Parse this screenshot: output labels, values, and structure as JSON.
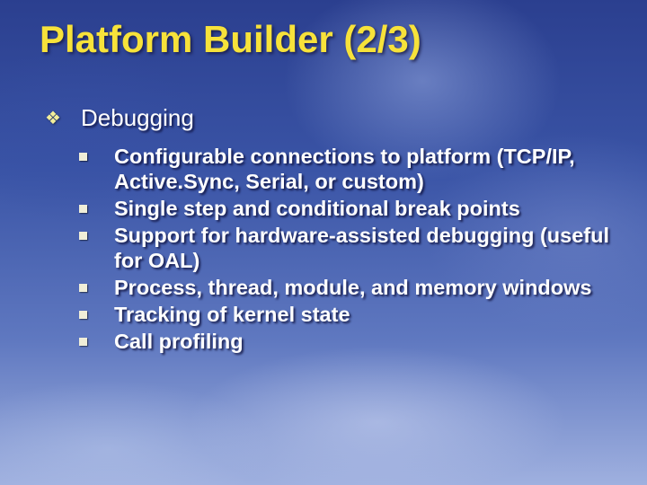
{
  "title": "Platform Builder (2/3)",
  "main_bullet": {
    "icon": "diamond-bullet-icon",
    "text": "Debugging"
  },
  "sub_bullets": [
    "Configurable connections to platform (TCP/IP, Active.Sync, Serial, or custom)",
    "Single step and conditional break points",
    "Support for hardware-assisted debugging (useful for OAL)",
    "Process, thread, module, and memory windows",
    "Tracking of kernel state",
    "Call profiling"
  ],
  "colors": {
    "title": "#f7e23a",
    "text": "#ffffff",
    "background_top": "#2b3f8f",
    "background_bottom": "#9fb0df"
  }
}
